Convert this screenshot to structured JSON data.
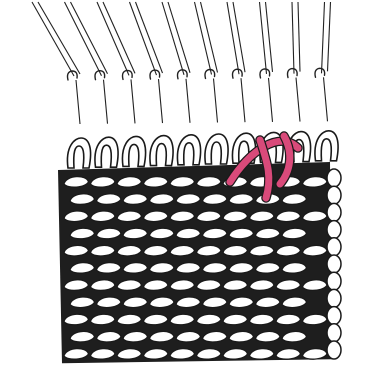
{
  "figure": {
    "subject": "knitting-machine-needles-with-knitted-fabric",
    "colors": {
      "background": "#ffffff",
      "outline": "#1a1a1a",
      "highlight_stitch": "#d94a7a"
    },
    "needle_count": 10,
    "fabric_rows": 11
  }
}
